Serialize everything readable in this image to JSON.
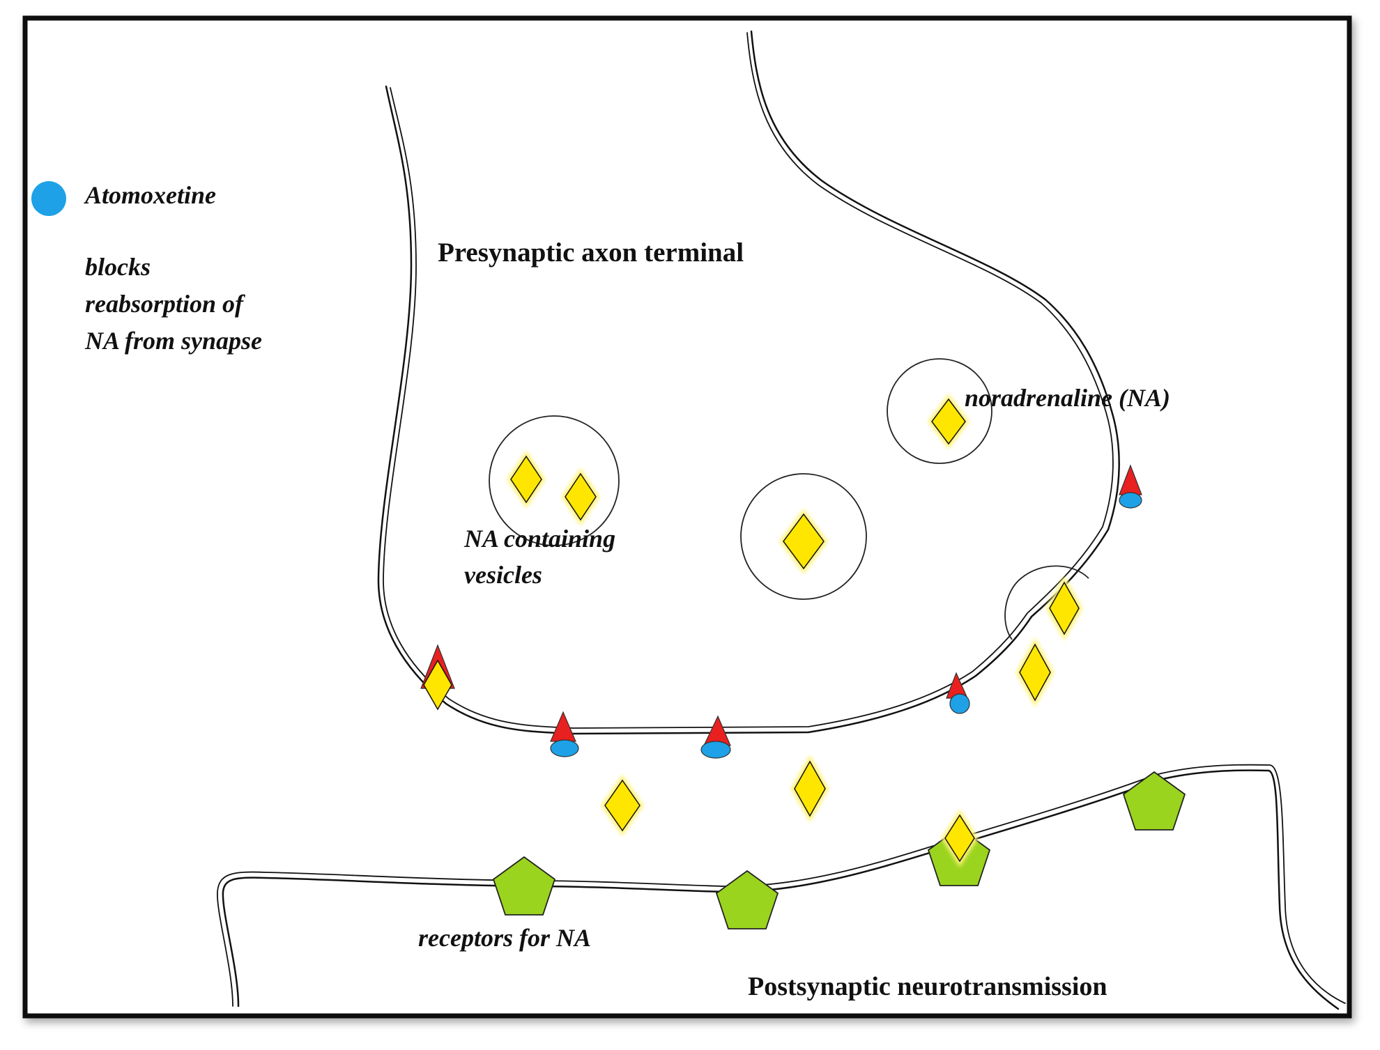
{
  "legend": {
    "drug_name": "Atomoxetine",
    "drug_color": "#1ea1e6",
    "description_lines": [
      "blocks",
      "reabsorption of",
      "NA from synapse"
    ]
  },
  "labels": {
    "presynaptic": "Presynaptic axon terminal",
    "noradrenaline": "noradrenaline (NA)",
    "vesicles_line1": "NA containing",
    "vesicles_line2": "vesicles",
    "receptors": "receptors for NA",
    "postsynaptic": "Postsynaptic neurotransmission"
  },
  "colors": {
    "noradrenaline_fill": "#ffe600",
    "noradrenaline_glow": "#fff27a",
    "transporter_red": "#e8201f",
    "receptor_green": "#9bd41e",
    "membrane": "#111111",
    "frame": "#111111"
  }
}
